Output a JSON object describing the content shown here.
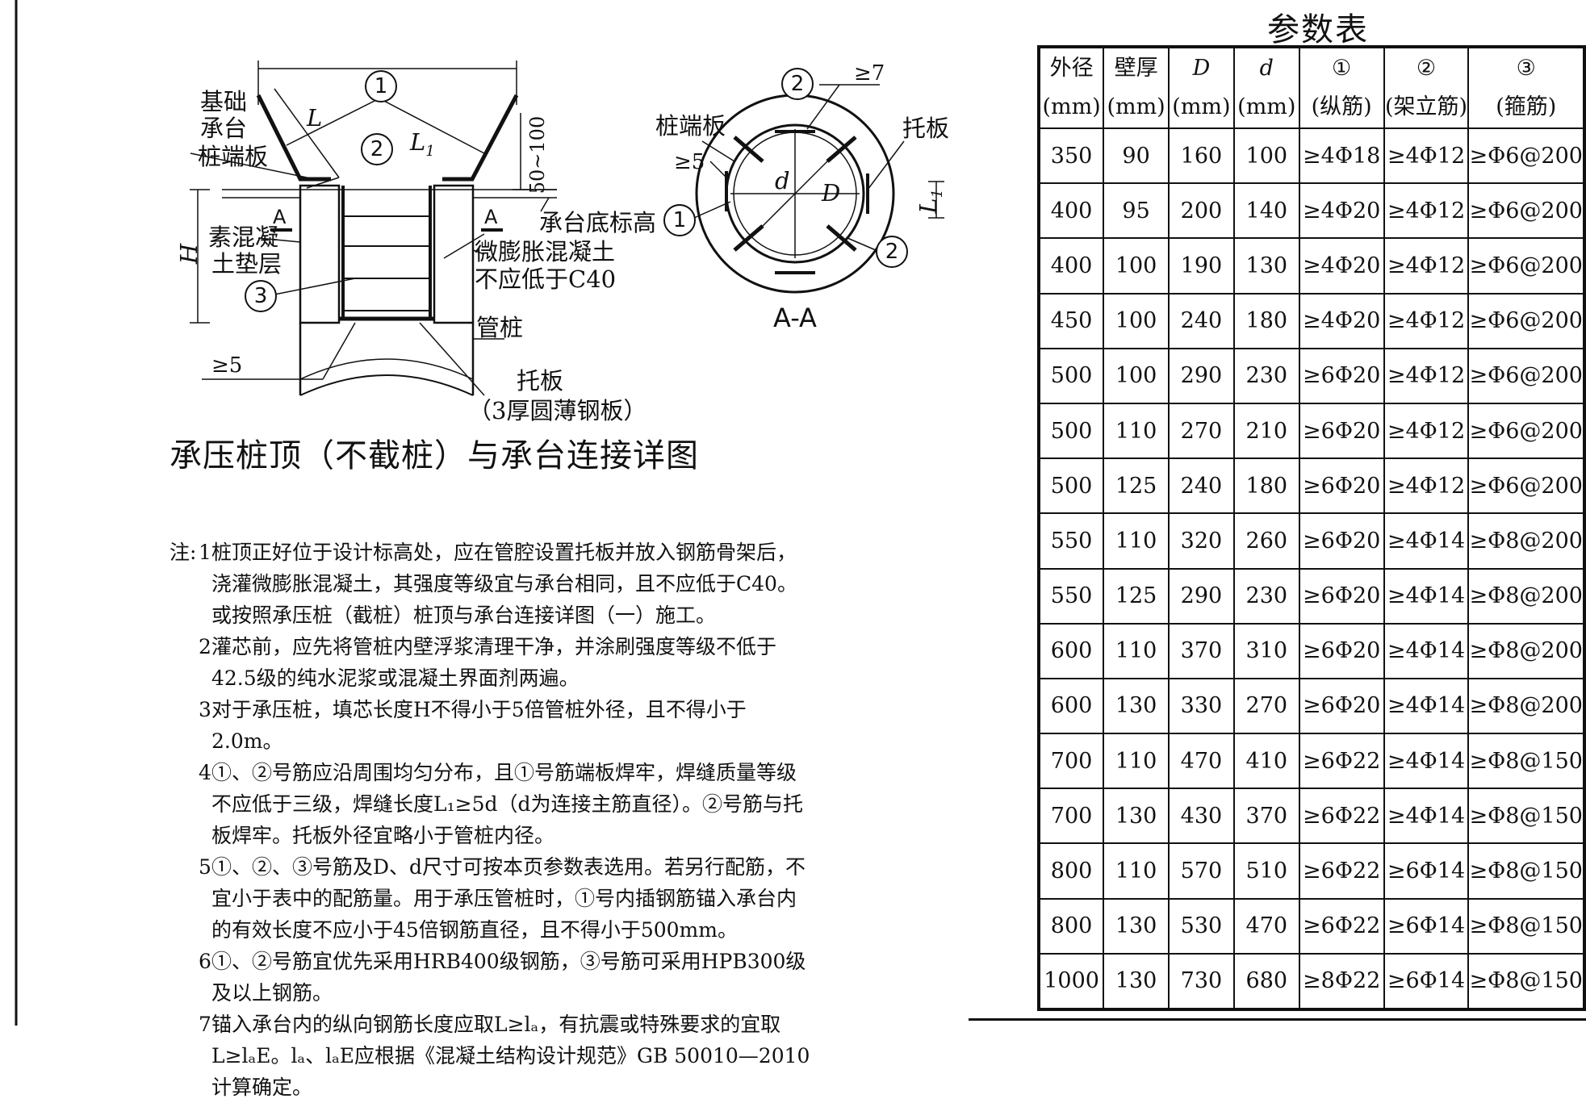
{
  "drawing": {
    "main_labels": {
      "foundation": "基础",
      "cap": "承台",
      "end_plate": "桩端板",
      "cushion_1": "素混凝",
      "cushion_2": "土垫层",
      "bottom_elev": "承台底标高",
      "concrete_1": "微膨胀混凝土",
      "concrete_2": "不应低于C40",
      "pipe_pile": "管桩",
      "support_plate": "托板",
      "support_plate_note": "（3厚圆薄钢板）",
      "dim_L": "L",
      "dim_L1": "L",
      "dim_L1_sub": "1",
      "dim_H": "H",
      "dim_range": "50~100",
      "section_A_left": "A",
      "section_A_right": "A",
      "weld_main": "≥5",
      "bar1": "1",
      "bar2": "2",
      "bar3": "3"
    },
    "section_labels": {
      "end_plate": "桩端板",
      "support_plate": "托板",
      "weld_top": "≥7",
      "weld_left": "≥5",
      "d": "d",
      "D": "D",
      "L1": "L",
      "L1_sub": "1",
      "title": "A-A",
      "bar1": "1",
      "bar2_top": "2",
      "bar2_bottom": "2"
    },
    "caption": "承压桩顶（不截桩）与承台连接详图"
  },
  "notes": {
    "prefix": "注:",
    "items": [
      {
        "num": "1",
        "text": "桩顶正好位于设计标高处，应在管腔设置托板并放入钢筋骨架后，浇灌微膨胀混凝土，其强度等级宜与承台相同，且不应低于C40。或按照承压桩（截桩）桩顶与承台连接详图（一）施工。"
      },
      {
        "num": "2",
        "text": "灌芯前，应先将管桩内壁浮浆清理干净，并涂刷强度等级不低于42.5级的纯水泥浆或混凝土界面剂两遍。"
      },
      {
        "num": "3",
        "text": "对于承压桩，填芯长度H不得小于5倍管桩外径，且不得小于2.0m。"
      },
      {
        "num": "4",
        "text": "①、②号筋应沿周围均匀分布，且①号筋端板焊牢，焊缝质量等级不应低于三级，焊缝长度L₁≥5d（d为连接主筋直径）。②号筋与托板焊牢。托板外径宜略小于管桩内径。"
      },
      {
        "num": "5",
        "text": "①、②、③号筋及D、d尺寸可按本页参数表选用。若另行配筋，不宜小于表中的配筋量。用于承压管桩时，①号内插钢筋锚入承台内的有效长度不应小于45倍钢筋直径，且不得小于500mm。"
      },
      {
        "num": "6",
        "text": "①、②号筋宜优先采用HRB400级钢筋，③号筋可采用HPB300级及以上钢筋。"
      },
      {
        "num": "7",
        "text": "锚入承台内的纵向钢筋长度应取L≥lₐ，有抗震或特殊要求的宜取L≥lₐE。lₐ、lₐE应根据《混凝土结构设计规范》GB 50010—2010计算确定。"
      }
    ]
  },
  "table": {
    "title": "参数表",
    "headers": [
      {
        "l1": "外径",
        "l2": "(mm)"
      },
      {
        "l1": "壁厚",
        "l2": "(mm)"
      },
      {
        "l1": "D",
        "l2": "(mm)"
      },
      {
        "l1": "d",
        "l2": "(mm)"
      },
      {
        "l1": "①",
        "l2": "(纵筋)"
      },
      {
        "l1": "②",
        "l2": "(架立筋)"
      },
      {
        "l1": "③",
        "l2": "(箍筋)"
      }
    ],
    "rows": [
      [
        "350",
        "90",
        "160",
        "100",
        "≥4Φ18",
        "≥4Φ12",
        "≥Φ6@200"
      ],
      [
        "400",
        "95",
        "200",
        "140",
        "≥4Φ20",
        "≥4Φ12",
        "≥Φ6@200"
      ],
      [
        "400",
        "100",
        "190",
        "130",
        "≥4Φ20",
        "≥4Φ12",
        "≥Φ6@200"
      ],
      [
        "450",
        "100",
        "240",
        "180",
        "≥4Φ20",
        "≥4Φ12",
        "≥Φ6@200"
      ],
      [
        "500",
        "100",
        "290",
        "230",
        "≥6Φ20",
        "≥4Φ12",
        "≥Φ6@200"
      ],
      [
        "500",
        "110",
        "270",
        "210",
        "≥6Φ20",
        "≥4Φ12",
        "≥Φ6@200"
      ],
      [
        "500",
        "125",
        "240",
        "180",
        "≥6Φ20",
        "≥4Φ12",
        "≥Φ6@200"
      ],
      [
        "550",
        "110",
        "320",
        "260",
        "≥6Φ20",
        "≥4Φ14",
        "≥Φ8@200"
      ],
      [
        "550",
        "125",
        "290",
        "230",
        "≥6Φ20",
        "≥4Φ14",
        "≥Φ8@200"
      ],
      [
        "600",
        "110",
        "370",
        "310",
        "≥6Φ20",
        "≥4Φ14",
        "≥Φ8@200"
      ],
      [
        "600",
        "130",
        "330",
        "270",
        "≥6Φ20",
        "≥4Φ14",
        "≥Φ8@200"
      ],
      [
        "700",
        "110",
        "470",
        "410",
        "≥6Φ22",
        "≥4Φ14",
        "≥Φ8@150"
      ],
      [
        "700",
        "130",
        "430",
        "370",
        "≥6Φ22",
        "≥4Φ14",
        "≥Φ8@150"
      ],
      [
        "800",
        "110",
        "570",
        "510",
        "≥6Φ22",
        "≥6Φ14",
        "≥Φ8@150"
      ],
      [
        "800",
        "130",
        "530",
        "470",
        "≥6Φ22",
        "≥6Φ14",
        "≥Φ8@150"
      ],
      [
        "1000",
        "130",
        "730",
        "680",
        "≥8Φ22",
        "≥6Φ14",
        "≥Φ8@150"
      ]
    ]
  }
}
